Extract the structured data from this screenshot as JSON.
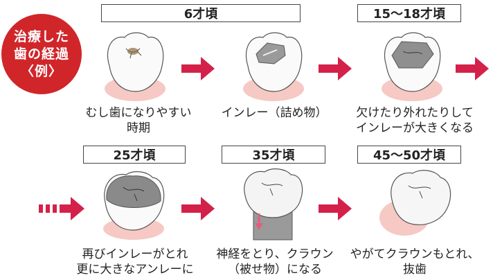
{
  "badge": {
    "line1": "治療した",
    "line2": "歯の経過",
    "line3": "〈例〉"
  },
  "stages": [
    {
      "age": "6才頃",
      "caption1": "むし歯になりやすい",
      "caption2": "時期"
    },
    {
      "age": "",
      "caption1": "インレー（詰め物）",
      "caption2": ""
    },
    {
      "age": "15〜18才頃",
      "caption1": "欠けたり外れたりして",
      "caption2": "インレーが大きくなる"
    },
    {
      "age": "25才頃",
      "caption1": "再びインレーがとれ",
      "caption2": "更に大きなアンレーに"
    },
    {
      "age": "35才頃",
      "caption1": "神経をとり、クラウン",
      "caption2": "（被せ物）になる"
    },
    {
      "age": "45〜50才頃",
      "caption1": "やがてクラウンもとれ、",
      "caption2": "抜歯"
    }
  ],
  "colors": {
    "badge": "#d0262a",
    "arrow": "#d3214a",
    "gum": "#f6c9c4",
    "filling": "#8a8a8a"
  }
}
